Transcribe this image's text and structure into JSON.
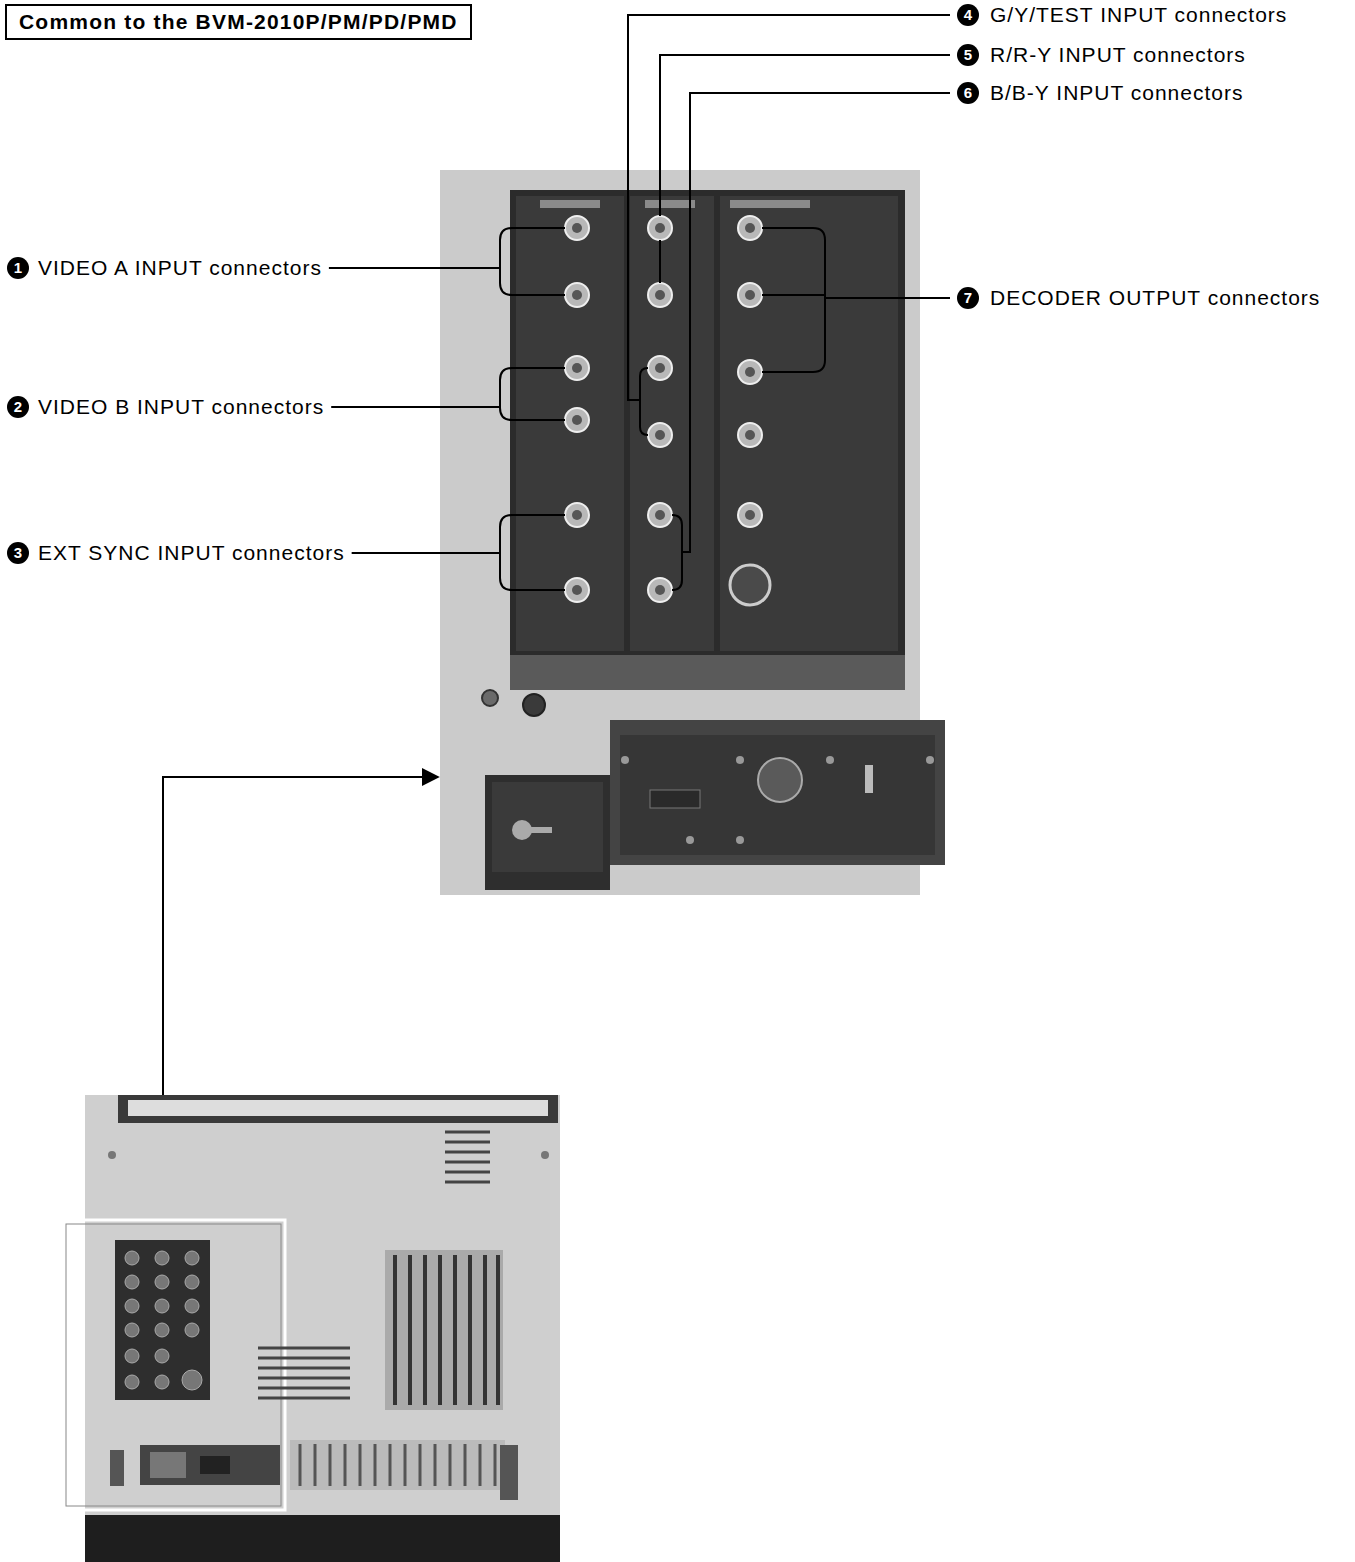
{
  "diagram": {
    "title": "Common to the BVM-2010P/PM/PD/PMD",
    "labels": [
      "4",
      "G/Y/TEST INPUT connectors",
      "5",
      "R/R-Y INPUT connectors",
      "6",
      "B/B-Y INPUT connectors",
      "1",
      "VIDEO A INPUT connectors",
      "7",
      "DECODER OUTPUT connectors",
      "2",
      "VIDEO B INPUT connectors",
      "3",
      "EXT SYNC INPUT connectors"
    ]
  }
}
